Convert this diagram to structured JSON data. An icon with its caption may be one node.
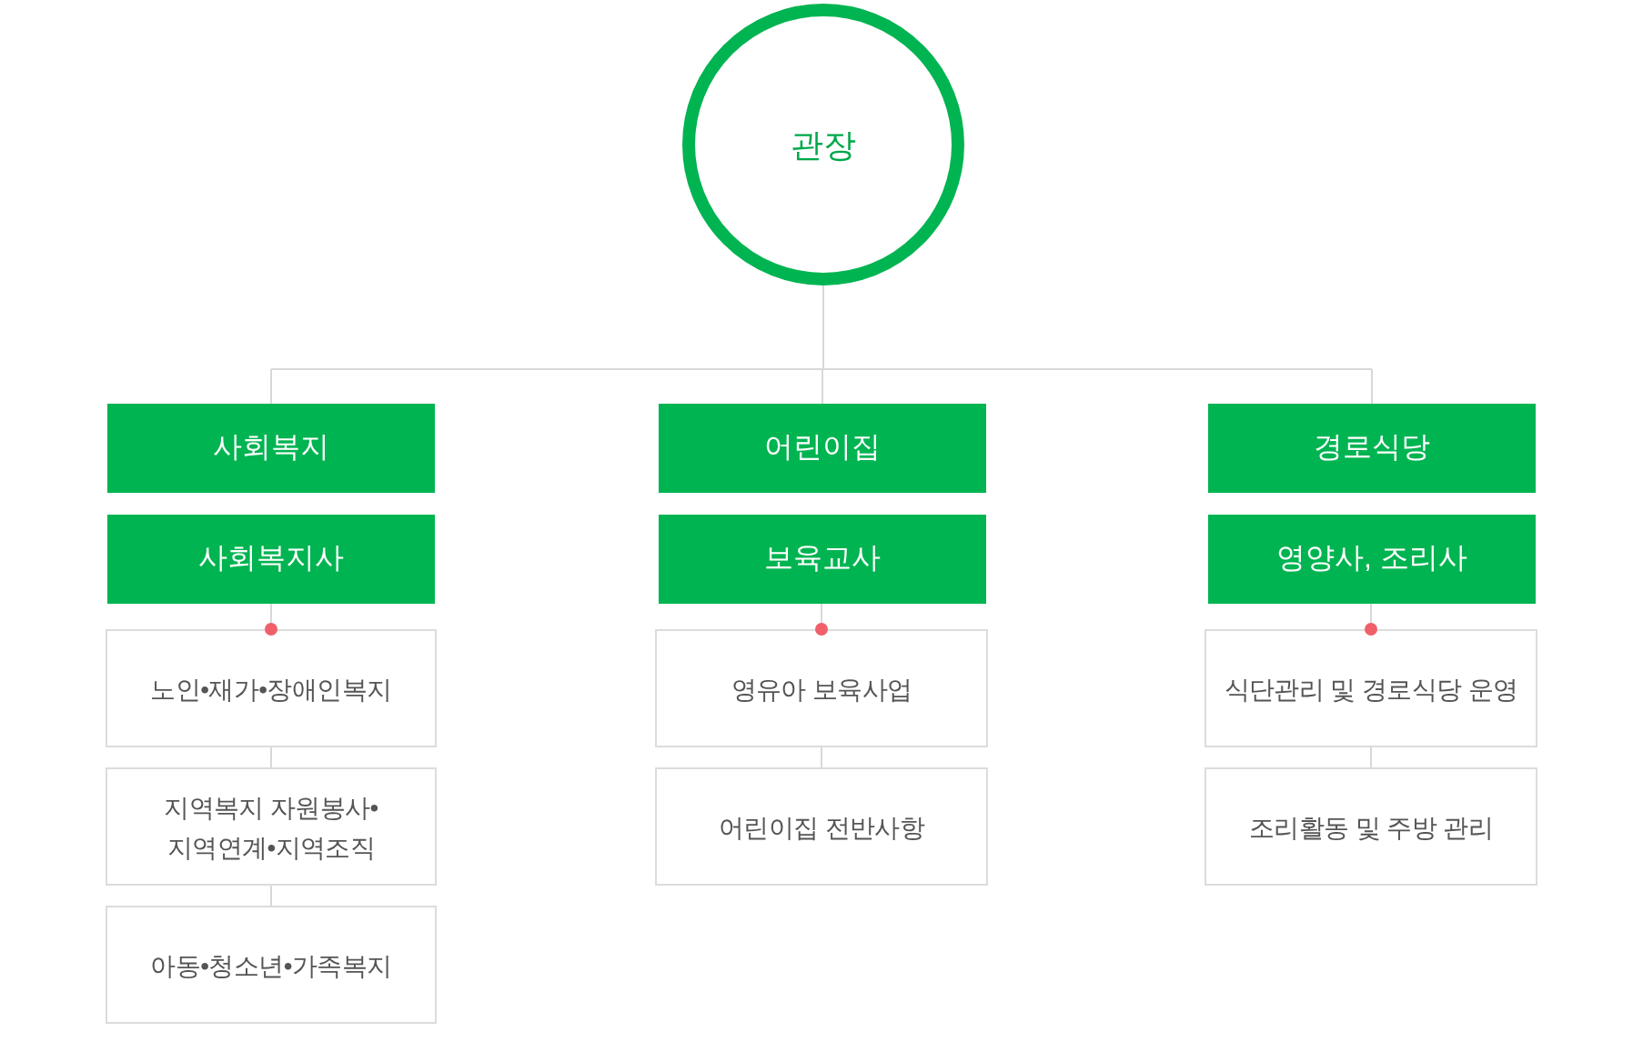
{
  "diagram": {
    "nodes": [
      {
        "text": [
          "관장"
        ]
      },
      {
        "text": [
          "사회복지"
        ]
      },
      {
        "text": [
          "사회복지사"
        ]
      },
      {
        "text": [
          "노인•재가•장애인복지"
        ]
      },
      {
        "text": [
          "지역복지 자원봉사• 지역연계•지역조직"
        ]
      },
      {
        "text": [
          "아동•청소년•가족복지"
        ]
      },
      {
        "text": [
          "어린이집"
        ]
      },
      {
        "text": [
          "보육교사"
        ]
      },
      {
        "text": [
          "영유아 보육사업"
        ]
      },
      {
        "text": [
          "어린이집 전반사항"
        ]
      },
      {
        "text": [
          "경로식당"
        ]
      },
      {
        "text": [
          "영양사, 조리사"
        ]
      },
      {
        "text": [
          "식단관리 및 경로식당 운영"
        ]
      },
      {
        "text": [
          "조리활동 및 주방 관리"
        ]
      }
    ],
    "edges": [
      {
        "from": 0,
        "to": 1,
        "arrow": "none"
      },
      {
        "from": 0,
        "to": 6,
        "arrow": "none"
      },
      {
        "from": 0,
        "to": 10,
        "arrow": "none"
      },
      {
        "from": 2,
        "to": 3,
        "arrow": "other"
      },
      {
        "from": 3,
        "to": 4,
        "arrow": "none"
      },
      {
        "from": 4,
        "to": 5,
        "arrow": "none"
      },
      {
        "from": 7,
        "to": 8,
        "arrow": "other"
      },
      {
        "from": 8,
        "to": 9,
        "arrow": "none"
      },
      {
        "from": 11,
        "to": 12,
        "arrow": "other"
      },
      {
        "from": 12,
        "to": 13,
        "arrow": "none"
      }
    ]
  }
}
